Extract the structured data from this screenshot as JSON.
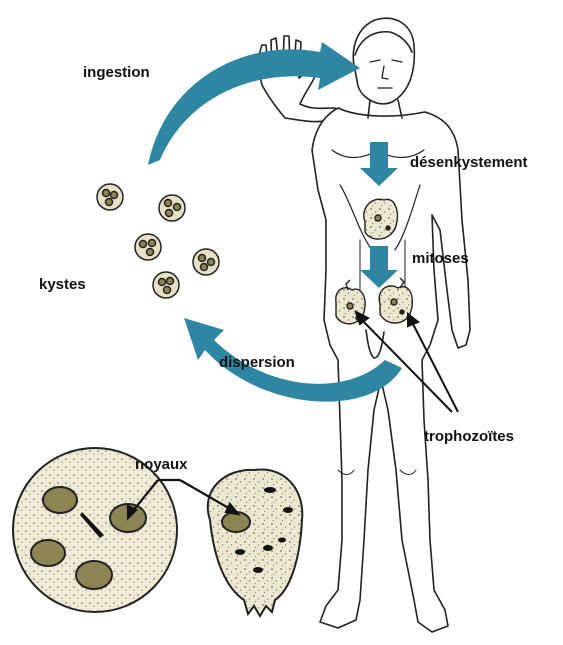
{
  "labels": {
    "ingestion": "ingestion",
    "desenkystement": "désenkystement",
    "mitoses": "mitoses",
    "kystes": "kystes",
    "dispersion": "dispersion",
    "trophozoites": "trophozoïtes",
    "noyaux": "noyaux"
  },
  "colors": {
    "arrow_teal": "#2e86a3",
    "cyst_fill": "#e6e0c6",
    "nucleus_fill": "#8d8454",
    "outline": "#222222"
  }
}
